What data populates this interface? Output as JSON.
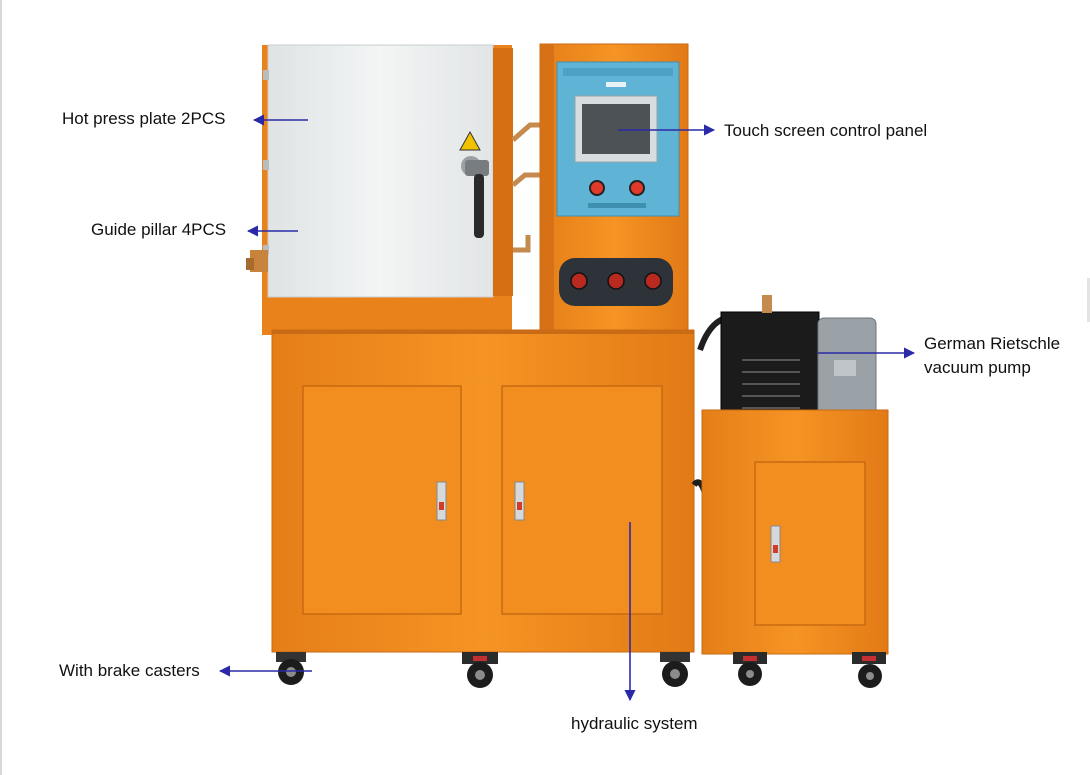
{
  "labels": {
    "hot_press_plate": "Hot press plate 2PCS",
    "guide_pillar": "Guide pillar 4PCS",
    "touch_screen": "Touch screen control panel",
    "vacuum_pump_line1": "German Rietschle",
    "vacuum_pump_line2": "vacuum pump",
    "brake_casters": "With brake casters",
    "hydraulic_system": "hydraulic system"
  },
  "colors": {
    "machine_orange": "#f08a1c",
    "machine_orange_dark": "#d9741a",
    "chamber_white": "#eef0f0",
    "panel_blue": "#5fb4d6",
    "arrow_blue": "#2a2aa8",
    "pump_black": "#1b1b1b",
    "pump_grey": "#9aa2a8"
  }
}
